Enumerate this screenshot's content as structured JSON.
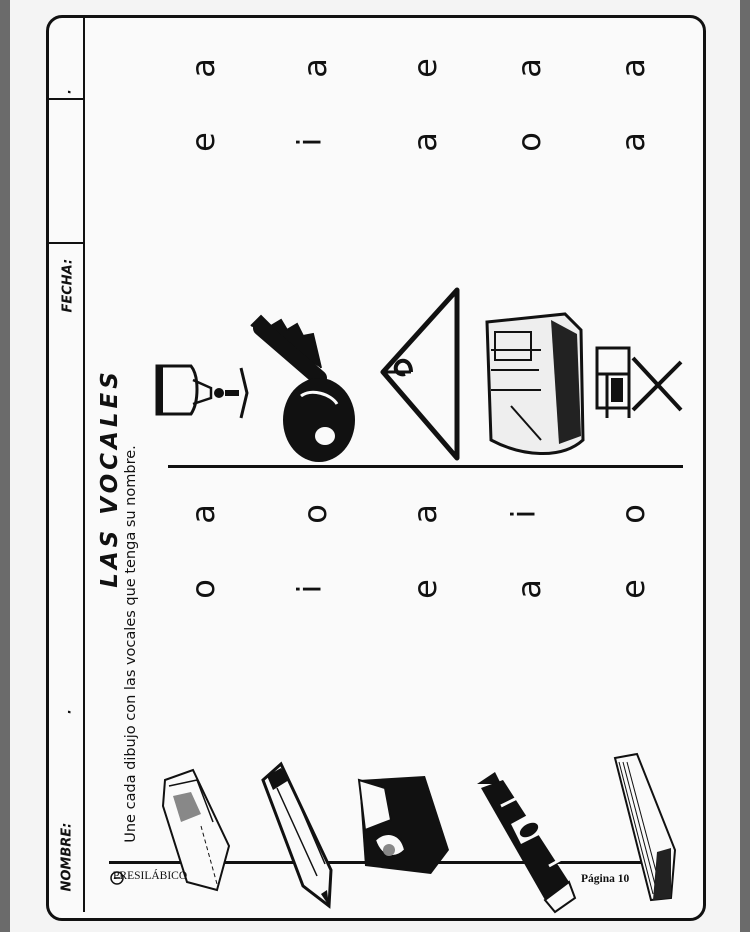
{
  "header": {
    "name_label": "NOMBRE:",
    "name_dot": ".",
    "date_label": "FECHA:",
    "date_dot": "."
  },
  "title": "LAS VOCALES",
  "instruction": "Une cada dibujo con las vocales que tenga su nombre.",
  "left_vowels": [
    {
      "pair": [
        "o",
        "a"
      ]
    },
    {
      "pair": [
        "i",
        "o"
      ]
    },
    {
      "pair": [
        "e",
        "a"
      ]
    },
    {
      "pair": [
        "a",
        "i"
      ]
    },
    {
      "pair": [
        "e",
        "o"
      ]
    }
  ],
  "right_vowels": [
    {
      "pair": [
        "e",
        "a"
      ]
    },
    {
      "pair": [
        "i",
        "a"
      ]
    },
    {
      "pair": [
        "a",
        "e"
      ]
    },
    {
      "pair": [
        "o",
        "a"
      ]
    },
    {
      "pair": [
        "a",
        "a"
      ]
    }
  ],
  "left_pictures": [
    "eraser",
    "pencil",
    "sharpener",
    "crayon",
    "book"
  ],
  "right_pictures": [
    "cup",
    "key",
    "hanger",
    "iron",
    "chair"
  ],
  "footer": {
    "logo_text": "PRESILÁBICO",
    "page": "Página 10"
  }
}
